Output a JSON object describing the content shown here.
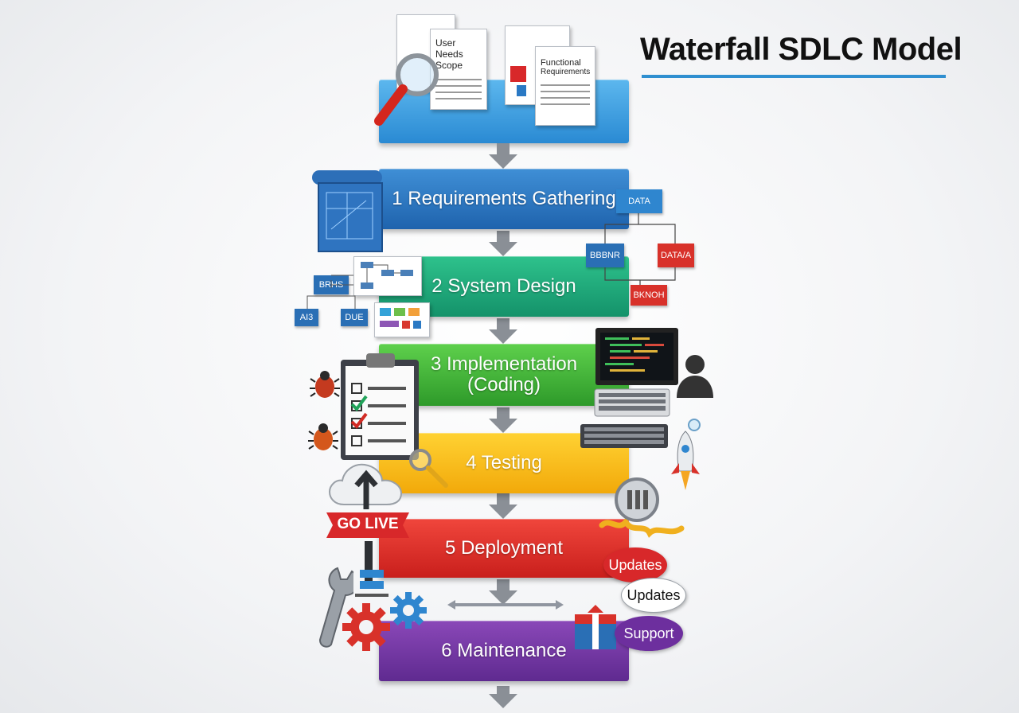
{
  "title": "Waterfall SDLC Model",
  "top_documents": {
    "doc1_line1": "User Needs",
    "doc1_line2": "Scope",
    "doc2_line1": "Functional",
    "doc2_line2": "Requirements"
  },
  "phases": [
    {
      "label": "1  Requirements Gathering",
      "color": "#2a7bc6"
    },
    {
      "label": "2  System Design",
      "color": "#1aa77a"
    },
    {
      "label": "3  Implementation",
      "label2": "(Coding)",
      "color": "#3fb336"
    },
    {
      "label": "4  Testing",
      "color": "#f7bb17"
    },
    {
      "label": "5  Deployment",
      "color": "#dd2e28"
    },
    {
      "label": "6  Maintenance",
      "color": "#723aa3"
    }
  ],
  "design_chips": {
    "data_top": "DATA",
    "right_blue": "BBBNR",
    "right_red": "DATA/A",
    "right_red2": "BKNOH",
    "left1": "BRHS",
    "left2": "AI3",
    "left3": "DUE"
  },
  "banner": "GO LIVE",
  "speech_bubbles": [
    "Updates",
    "Updates",
    "Support"
  ]
}
